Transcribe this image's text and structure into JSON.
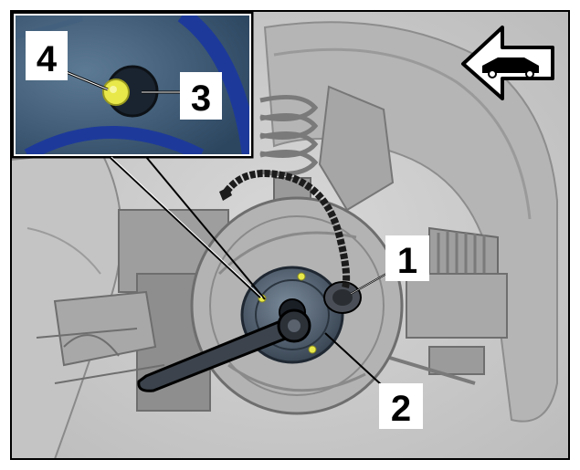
{
  "callouts": [
    {
      "id": "1",
      "label": "1"
    },
    {
      "id": "2",
      "label": "2"
    },
    {
      "id": "3",
      "label": "3"
    },
    {
      "id": "4",
      "label": "4"
    }
  ],
  "icons": {
    "direction": "arrow-left-with-car-icon"
  },
  "colors": {
    "inset_bg": "#2f4f70",
    "inset_ring": "#1d3a9a",
    "highlight_bolt": "#e8e84a",
    "frame": "#000000",
    "background": "#ffffff"
  }
}
